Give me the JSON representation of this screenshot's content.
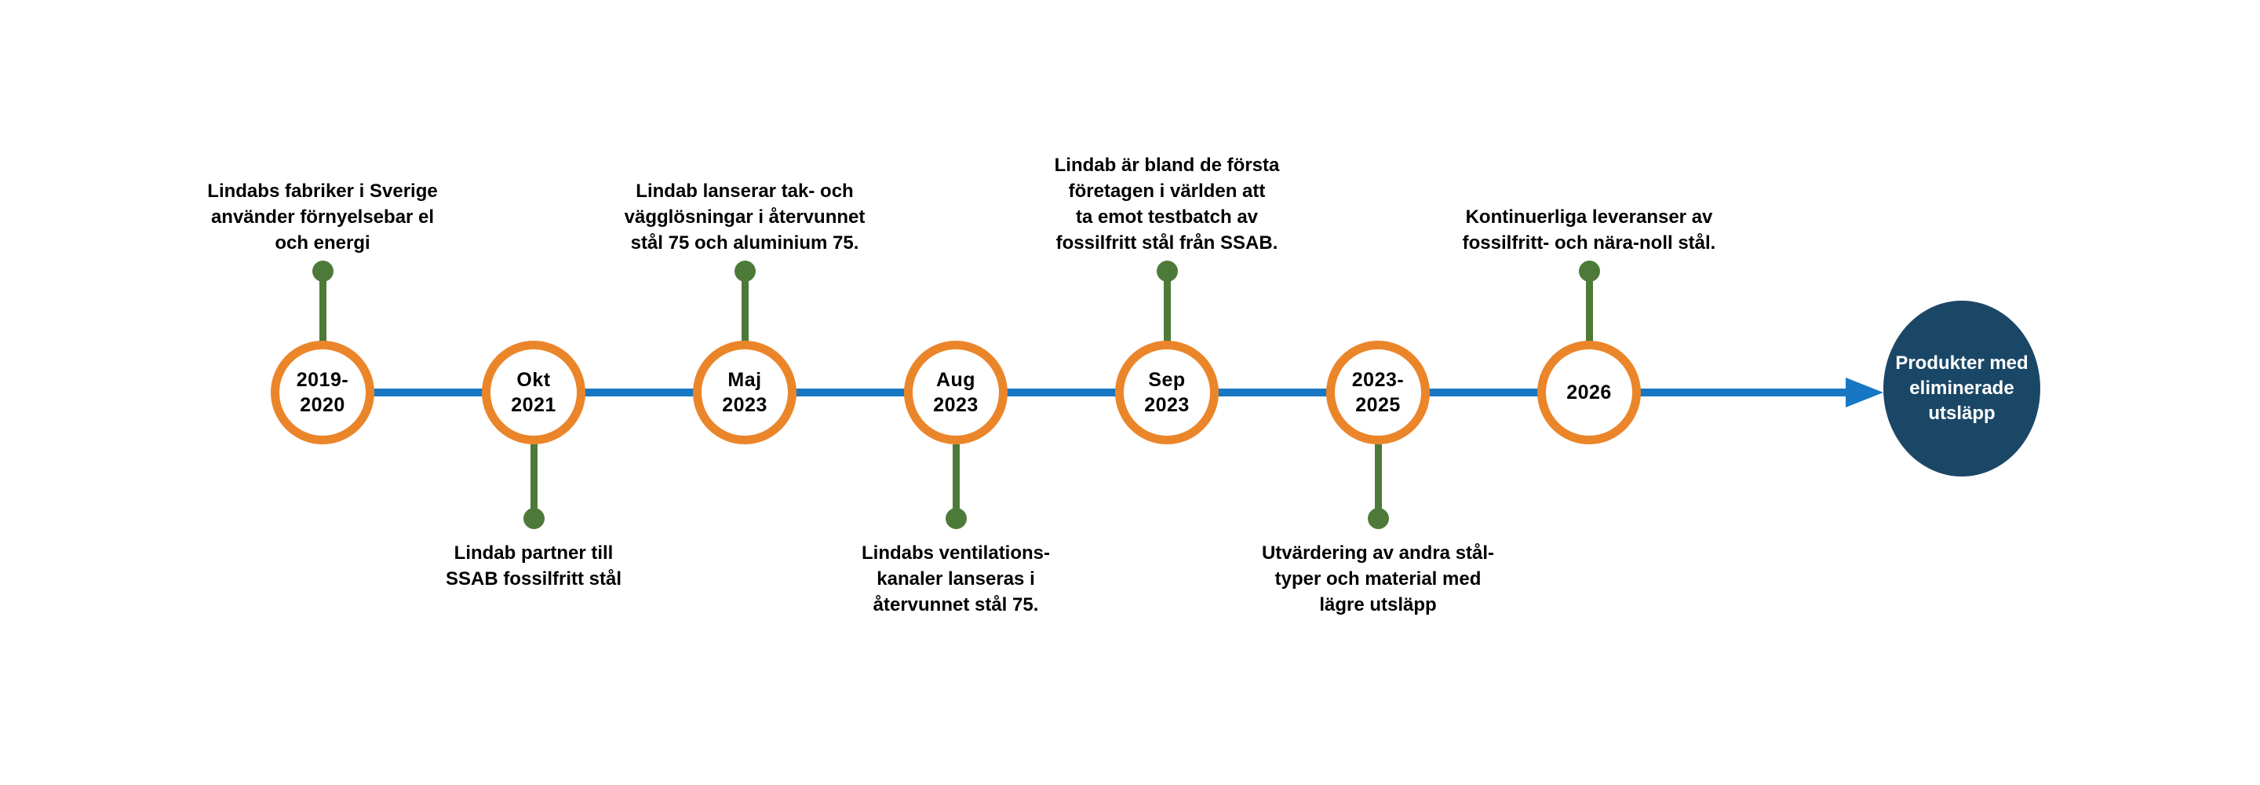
{
  "timeline": {
    "colors": {
      "axis_blue": "#1777C2",
      "node_orange": "#EB852A",
      "stem_green": "#4D7A39",
      "goal_navy": "#1B4767",
      "goal_text": "#FFFFFF",
      "label_text": "#000000"
    },
    "nodes": [
      {
        "id": "2019-2020",
        "date_lines": [
          "2019-",
          "2020"
        ],
        "label_position": "top",
        "label_lines": [
          "Lindabs fabriker i Sverige",
          "använder förnyelsebar el",
          "och energi"
        ]
      },
      {
        "id": "okt-2021",
        "date_lines": [
          "Okt",
          "2021"
        ],
        "label_position": "bottom",
        "label_lines": [
          "Lindab partner till",
          "SSAB fossilfritt stål"
        ]
      },
      {
        "id": "maj-2023",
        "date_lines": [
          "Maj",
          "2023"
        ],
        "label_position": "top",
        "label_lines": [
          "Lindab lanserar tak- och",
          "vägglösningar i återvunnet",
          "stål 75 och aluminium 75."
        ]
      },
      {
        "id": "aug-2023",
        "date_lines": [
          "Aug",
          "2023"
        ],
        "label_position": "bottom",
        "label_lines": [
          "Lindabs ventilations-",
          "kanaler lanseras i",
          "återvunnet stål 75."
        ]
      },
      {
        "id": "sep-2023",
        "date_lines": [
          "Sep",
          "2023"
        ],
        "label_position": "top",
        "label_lines": [
          "Lindab är bland de första",
          "företagen i världen att",
          "ta emot testbatch av",
          "fossilfritt stål från SSAB."
        ]
      },
      {
        "id": "2023-2025",
        "date_lines": [
          "2023-",
          "2025"
        ],
        "label_position": "bottom",
        "label_lines": [
          "Utvärdering av andra stål-",
          "typer och material med",
          "lägre utsläpp"
        ]
      },
      {
        "id": "2026",
        "date_lines": [
          "2026"
        ],
        "label_position": "top",
        "label_lines": [
          "Kontinuerliga leveranser av",
          "fossilfritt- och nära-noll stål."
        ]
      }
    ],
    "goal": {
      "lines": [
        "Produkter med",
        "eliminerade",
        "utsläpp"
      ]
    }
  }
}
